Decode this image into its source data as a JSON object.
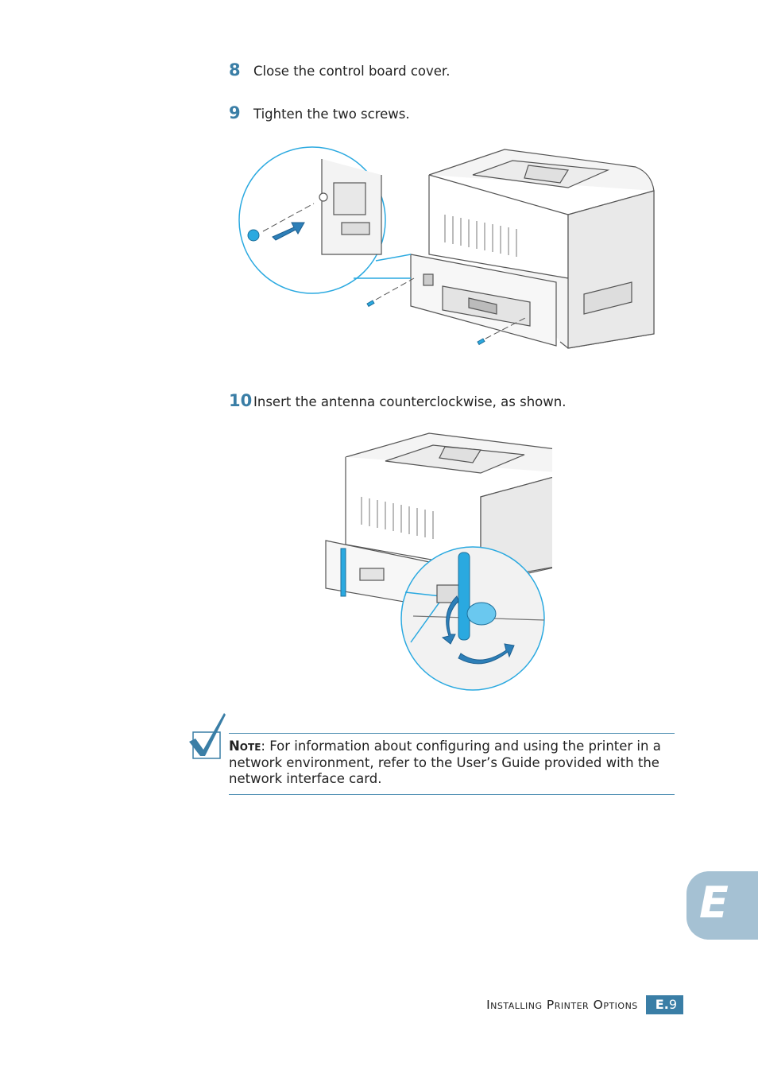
{
  "steps": [
    {
      "number": "8",
      "text": "Close the control board cover."
    },
    {
      "number": "9",
      "text": "Tighten the two screws."
    },
    {
      "number": "10",
      "text": "Insert the antenna counterclockwise, as shown."
    }
  ],
  "note": {
    "label": "Note",
    "text": ": For information about configuring and using the printer in a network environment, refer to the User’s Guide provided with the network interface card."
  },
  "chapter_tab": {
    "letter": "E"
  },
  "footer": {
    "section_title": "Installing Printer Options",
    "page_prefix": "E.",
    "page_number": "9"
  },
  "colors": {
    "accent": "#3a7ea6",
    "tab": "#a5c1d3",
    "callout": "#2aa9e0"
  }
}
